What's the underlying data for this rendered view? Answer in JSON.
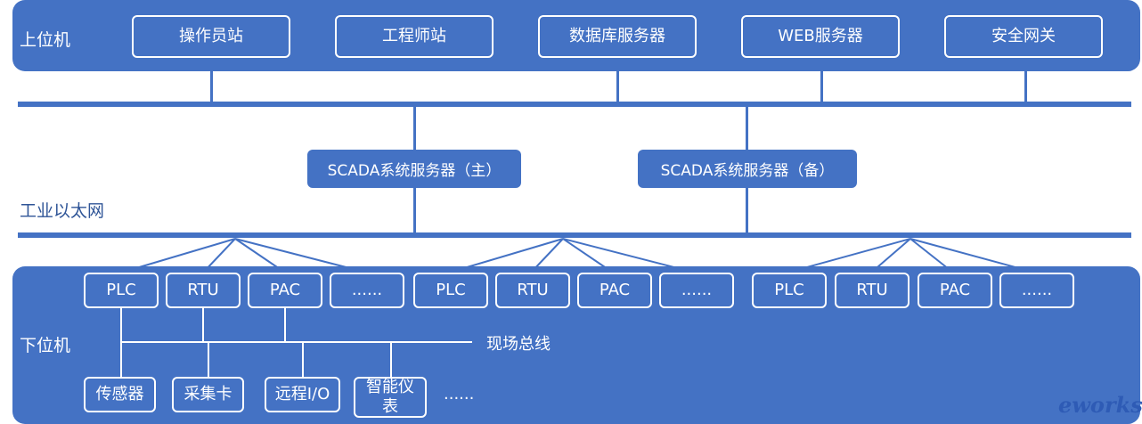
{
  "upper": {
    "label": "上位机",
    "boxes": [
      "操作员站",
      "工程师站",
      "数据库服务器",
      "WEB服务器",
      "安全网关"
    ]
  },
  "middle": {
    "label": "工业以太网",
    "scada_main": "SCADA系统服务器（主）",
    "scada_backup": "SCADA系统服务器（备）"
  },
  "lower": {
    "label": "下位机",
    "devices": [
      "PLC",
      "RTU",
      "PAC",
      "......",
      "PLC",
      "RTU",
      "PAC",
      "......",
      "PLC",
      "RTU",
      "PAC",
      "......"
    ],
    "fieldbus_label": "现场总线",
    "field_devices": [
      "传感器",
      "采集卡",
      "远程I/O",
      "智能仪表",
      "......"
    ]
  },
  "watermark": "eworks",
  "colors": {
    "primary": "#4472c4",
    "text_on_primary": "#ffffff",
    "bus": "#4472c4"
  }
}
